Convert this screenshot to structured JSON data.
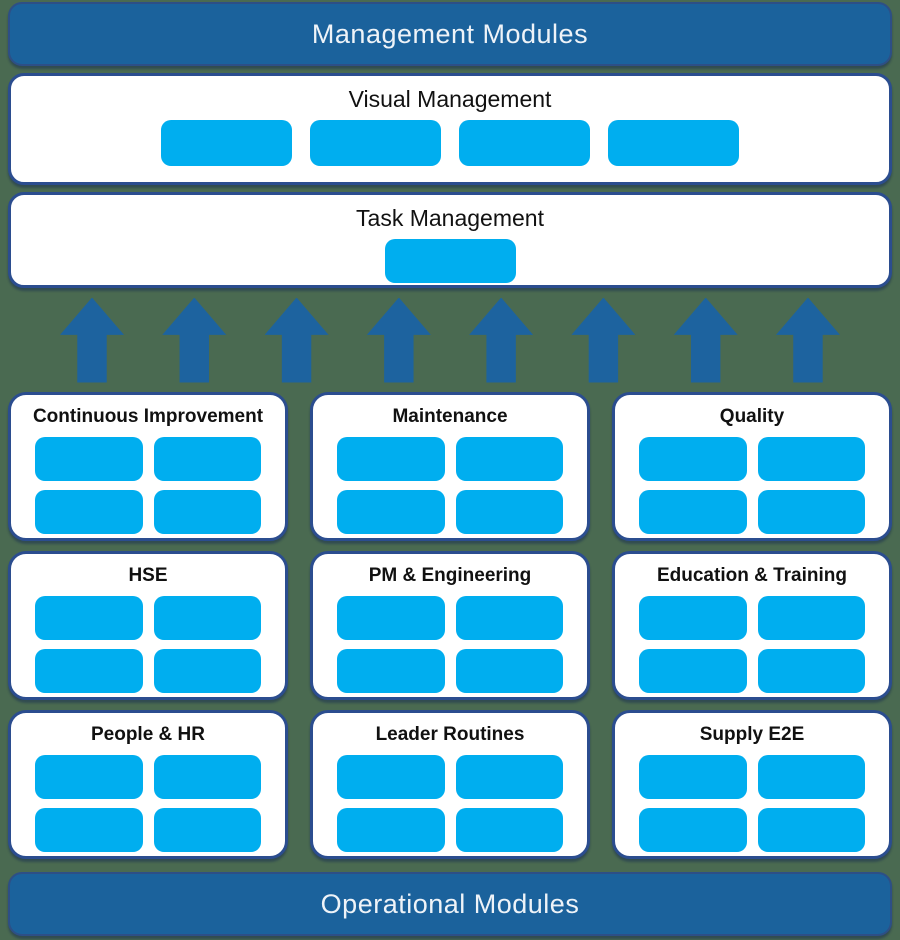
{
  "page": {
    "background_color": "#4a6a51",
    "banner_color": "#1b629c",
    "module_box_color": "#00aeef",
    "card_border_color": "#2b4d8f",
    "arrow_color": "#1d639f"
  },
  "top_banner": {
    "label": "Management Modules"
  },
  "bottom_banner": {
    "label": "Operational Modules"
  },
  "management_cards": [
    {
      "title": "Visual Management",
      "module_count": 4
    },
    {
      "title": "Task Management",
      "module_count": 1
    }
  ],
  "arrows": {
    "count": 8,
    "direction": "up"
  },
  "operational_cards": [
    {
      "title": "Continuous Improvement",
      "module_count": 4
    },
    {
      "title": "Maintenance",
      "module_count": 4
    },
    {
      "title": "Quality",
      "module_count": 4
    },
    {
      "title": "HSE",
      "module_count": 4
    },
    {
      "title": "PM & Engineering",
      "module_count": 4
    },
    {
      "title": "Education & Training",
      "module_count": 4
    },
    {
      "title": "People & HR",
      "module_count": 4
    },
    {
      "title": "Leader Routines",
      "module_count": 4
    },
    {
      "title": "Supply E2E",
      "module_count": 4
    }
  ]
}
